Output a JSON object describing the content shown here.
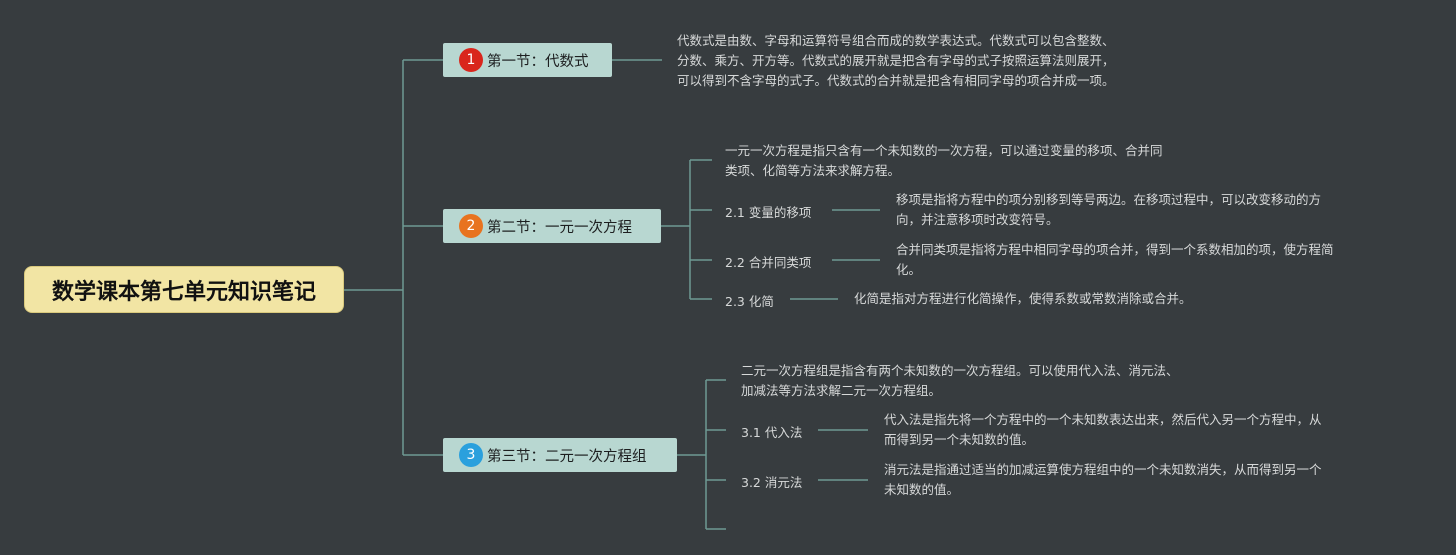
{
  "root": {
    "title": "数学课本第七单元知识笔记"
  },
  "colors": {
    "background": "#373c3f",
    "line": "#6e9a94",
    "root_bg": "#f2e5a4",
    "section_bg": "#b8d7d1",
    "badge1": "#d9261c",
    "badge2": "#e8731f",
    "badge3": "#2aa0dd"
  },
  "sections": [
    {
      "badge": "1",
      "title": "第一节：代数式",
      "desc": [
        "代数式是由数、字母和运算符号组合而成的数学表达式。代数式可以包含整数、",
        "分数、乘方、开方等。代数式的展开就是把含有字母的式子按照运算法则展开，",
        "可以得到不含字母的式子。代数式的合并就是把含有相同字母的项合并成一项。"
      ]
    },
    {
      "badge": "2",
      "title": "第二节：一元一次方程",
      "desc": [
        "一元一次方程是指只含有一个未知数的一次方程，可以通过变量的移项、合并同",
        "类项、化简等方法来求解方程。"
      ],
      "subs": [
        {
          "label": "2.1 变量的移项",
          "desc": [
            "移项是指将方程中的项分别移到等号两边。在移项过程中，可以改变移动的方",
            "向，并注意移项时改变符号。"
          ]
        },
        {
          "label": "2.2 合并同类项",
          "desc": [
            "合并同类项是指将方程中相同字母的项合并，得到一个系数相加的项，使方程简",
            "化。"
          ]
        },
        {
          "label": "2.3 化简",
          "desc": [
            "化简是指对方程进行化简操作，使得系数或常数消除或合并。"
          ]
        }
      ]
    },
    {
      "badge": "3",
      "title": "第三节：二元一次方程组",
      "desc": [
        "二元一次方程组是指含有两个未知数的一次方程组。可以使用代入法、消元法、",
        "加减法等方法求解二元一次方程组。"
      ],
      "subs": [
        {
          "label": "3.1 代入法",
          "desc": [
            "代入法是指先将一个方程中的一个未知数表达出来，然后代入另一个方程中，从",
            "而得到另一个未知数的值。"
          ]
        },
        {
          "label": "3.2 消元法",
          "desc": [
            "消元法是指通过适当的加减运算使方程组中的一个未知数消失，从而得到另一个",
            "未知数的值。"
          ]
        }
      ]
    }
  ]
}
